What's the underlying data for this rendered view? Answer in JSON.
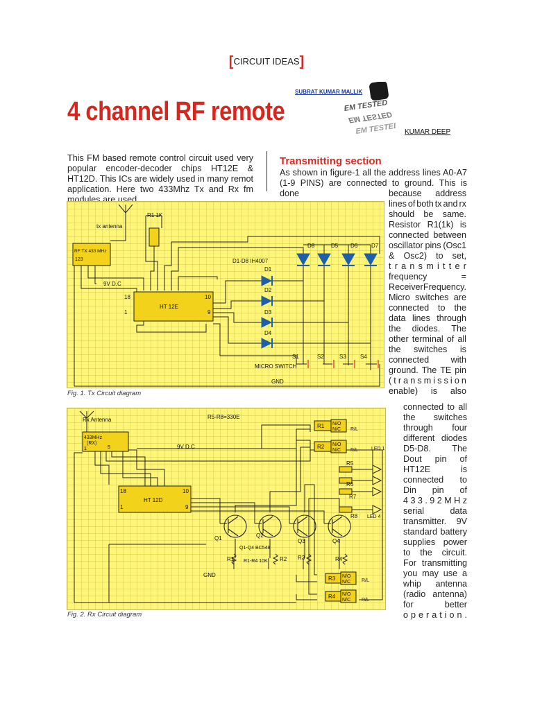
{
  "header": {
    "section_open": "[",
    "section": "CIRCUIT IDEAS",
    "section_close": "]"
  },
  "article": {
    "title": "4 channel RF remote",
    "author_1": "SUBRAT KUMAR MALLIK",
    "author_2": "KUMAR DEEP",
    "stamp_text": "EM TESTED"
  },
  "intro": "This FM based remote control circuit used very popular encoder-decoder chips HT12E & HT12D. This ICs are widely used in many remot application. Here two 433Mhz Tx and Rx fm modules are used",
  "transmit": {
    "heading": "Transmitting section",
    "p1": "As shown in figure-1 all the address lines A0-A7 (1-9 PINS) are connected to ground. This is done",
    "lines": [
      "because address",
      "lines of both tx and rx",
      "should be same.",
      "Resistor R1(1k) is",
      "connected between",
      "oscillator pins (Osc1",
      "& Osc2) to set,",
      "transmitter",
      "frequency =",
      "Receiver Frequency.",
      "Micro switches are",
      "connected to the",
      "data lines through",
      "the diodes. The",
      "other terminal of all",
      "the switches is",
      "connected with",
      "ground. The TE pin",
      "(transmission",
      "enable) is also"
    ],
    "lines2": [
      "connected to all",
      "the switches",
      "through four",
      "different diodes",
      "D5-D8. The",
      "Dout pin of",
      "HT12E is",
      "connected to",
      "Din pin of",
      "433.92MHz",
      "serial data",
      "transmitter. 9V",
      "standard battery",
      "supplies power",
      "to the circuit.",
      "For transmitting",
      "you may use a",
      "whip antenna",
      "(radio antenna)",
      "for better",
      "operation."
    ]
  },
  "fig1": {
    "caption": "Fig. 1. Tx Circuit diagram",
    "labels": {
      "r1": "R1 1K",
      "antenna": "tx antenna",
      "module_1": "RF TX 433 MHz",
      "module_2": "123",
      "supply": "9V D.C",
      "ic": "HT 12E",
      "pin18": "18",
      "pin10": "10",
      "pin1": "1",
      "pin9": "9",
      "diodes": "D1-D8 IH4007",
      "d1": "D1",
      "d2": "D2",
      "d3": "D3",
      "d4": "D4",
      "d5": "D5",
      "d6": "D6",
      "d7": "D7",
      "d8": "D8",
      "s1": "S1",
      "s2": "S2",
      "s3": "S3",
      "s4": "S4",
      "switch": "MICRO SWITCH",
      "gnd": "GND"
    }
  },
  "fig2": {
    "caption": "Fig. 2. Rx Circuit diagram",
    "labels": {
      "antenna": "Rx Antenna",
      "module_1": "433MHz",
      "module_2": "(RX)",
      "pin1": "1",
      "pin5": "5",
      "resistors": "R5-R8=330E",
      "supply": "9V D.C",
      "ic": "HT 12D",
      "pin18": "18",
      "pin10": "10",
      "icpin1": "1",
      "icpin9": "9",
      "relay_r1": "R1",
      "relay_r2": "R2",
      "relay_r3": "R3",
      "relay_r4": "R4",
      "no": "N/O",
      "nc": "N/C",
      "rl": "R/L",
      "led1": "LED 1",
      "led4": "LED 4",
      "r5": "R5",
      "r6": "R6",
      "r7": "R7",
      "r8": "R8",
      "q1": "Q1",
      "q2": "Q2",
      "q3": "Q3",
      "q4": "Q4",
      "qtype": "Q1-Q4 BC548",
      "b1": "R1",
      "b2": "R2",
      "b3": "R3",
      "b4": "R4",
      "bval": "R1-R4 10K",
      "gnd": "GND"
    }
  },
  "colors": {
    "accent": "#d4281f",
    "schematic_bg": "#fff679",
    "component": "#f2d21b",
    "diode": "#1f5fa8"
  }
}
